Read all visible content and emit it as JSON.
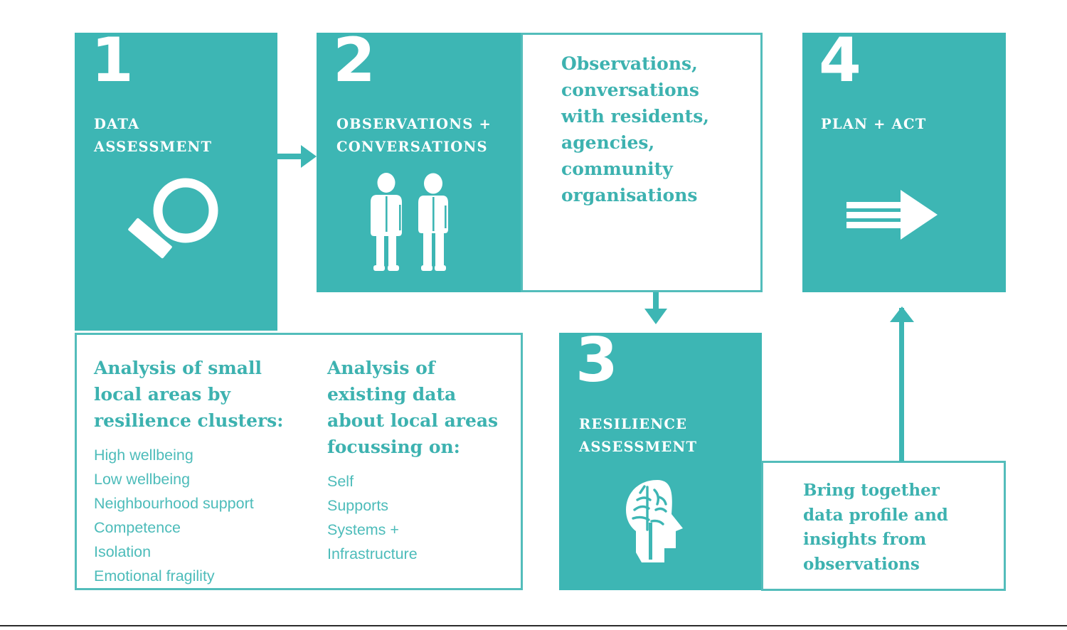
{
  "theme": {
    "teal": "#3DB6B4",
    "teal_text": "#3DB2B0",
    "teal_light": "#4DBCBA",
    "border_teal": "#53BDBB",
    "white": "#FFFFFF"
  },
  "steps": [
    {
      "number": "1",
      "title": "DATA\nASSESSMENT",
      "title_lines": [
        "DATA",
        "ASSESSMENT"
      ],
      "icon": "magnifier-icon"
    },
    {
      "number": "2",
      "title_lines": [
        "OBSERVATIONS +",
        "CONVERSATIONS"
      ],
      "icon": "two-people-icon"
    },
    {
      "number": "3",
      "title_lines": [
        "RESILIENCE",
        "ASSESSMENT"
      ],
      "icon": "head-brain-icon"
    },
    {
      "number": "4",
      "title_lines": [
        "PLAN + ACT"
      ],
      "icon": "fast-forward-arrow-icon"
    }
  ],
  "panels": {
    "observations": {
      "text": "Observations, conversations with residents, agencies, community organisations"
    },
    "analysis_clusters": {
      "heading": "Analysis of small local areas by resilience clusters:",
      "items": [
        "High wellbeing",
        "Low wellbeing",
        "Neighbourhood support",
        "Competence",
        "Isolation",
        "Emotional fragility"
      ]
    },
    "analysis_existing": {
      "heading": "Analysis of existing data about local areas focussing on:",
      "items": [
        "Self",
        "Supports",
        "Systems +",
        "Infrastructure"
      ]
    },
    "bring_together": {
      "text": "Bring together data profile and insights from observations"
    }
  },
  "connectors": [
    {
      "name": "arrow-step1-to-step2",
      "direction": "right"
    },
    {
      "name": "arrow-observations-to-step3",
      "direction": "down"
    },
    {
      "name": "arrow-bringtogether-to-step4",
      "direction": "up"
    }
  ]
}
